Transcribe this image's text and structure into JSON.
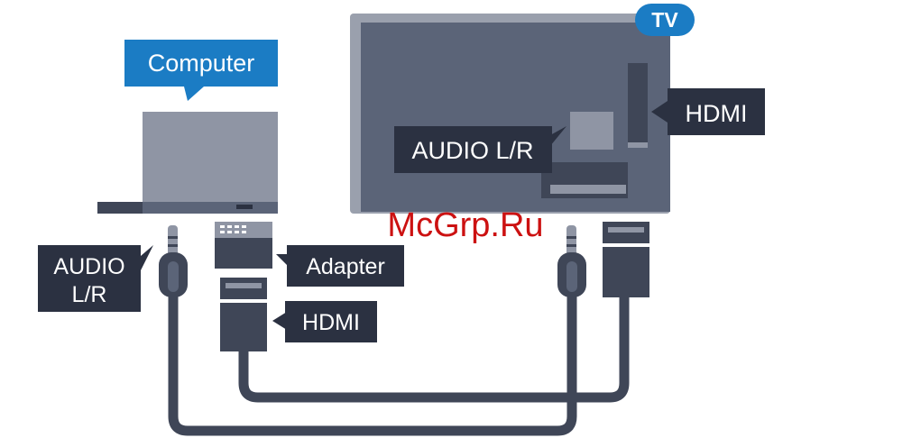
{
  "labels": {
    "tv": "TV",
    "computer": "Computer",
    "tv_hdmi": "HDMI",
    "tv_audio": "AUDIO L/R",
    "pc_audio_line1": "AUDIO",
    "pc_audio_line2": "L/R",
    "adapter": "Adapter",
    "cable_hdmi": "HDMI",
    "watermark": "McGrp.Ru"
  },
  "colors": {
    "tv_body": "#5b6478",
    "tv_frame": "#9aa0ad",
    "laptop": "#8f95a4",
    "dark_label": "#2b3141",
    "computer_callout": "#1b7cc4",
    "tv_badge": "#1b7cc4",
    "cable": "#3f4657",
    "watermark": "#cc1111",
    "label_text": "#ffffff"
  }
}
